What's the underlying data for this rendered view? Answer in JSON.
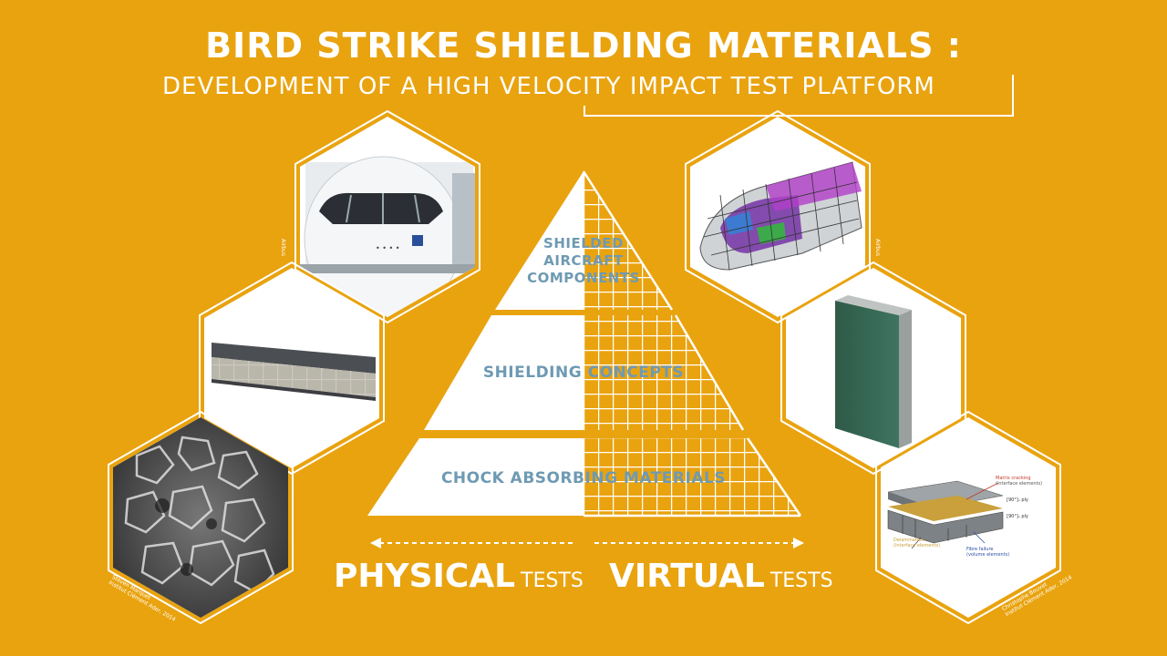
{
  "title": "BIRD STRIKE SHIELDING MATERIALS :",
  "subtitle": "DEVELOPMENT OF A HIGH VELOCITY IMPACT TEST PLATFORM",
  "pyramid": {
    "top": [
      "SHIELDED",
      "AIRCRAFT",
      "COMPONENTS"
    ],
    "middle": "SHIELDING CONCEPTS",
    "bottom": "CHOCK ABSORBING MATERIALS"
  },
  "physical": {
    "big": "PHYSICAL",
    "small": "TESTS"
  },
  "virtual": {
    "big": "VIRTUAL",
    "small": "TESTS"
  },
  "credits": {
    "airbus_left": "Airbus",
    "airbus_right": "Airbus",
    "micro_1": "Steven Marquet",
    "micro_2": "Institut Clément Ader, 2014",
    "fem_1": "Christophe Bouvet",
    "fem_2": "Institut Clément Ader, 2014"
  },
  "fem_labels": {
    "matrix": "Matrix cracking",
    "matrix_sub": "(interface elements)",
    "ply90a": "[90°]ₙ ply",
    "ply90b": "[90°]ₙ ply",
    "delam": "Delamination",
    "delam_sub": "(interface elements)",
    "fibre": "Fibre failure",
    "fibre_sub": "(volume elements)"
  },
  "colors": {
    "background": "#E9A30F",
    "pyramid_text": "#6E9AB3",
    "white": "#FFFFFF"
  }
}
